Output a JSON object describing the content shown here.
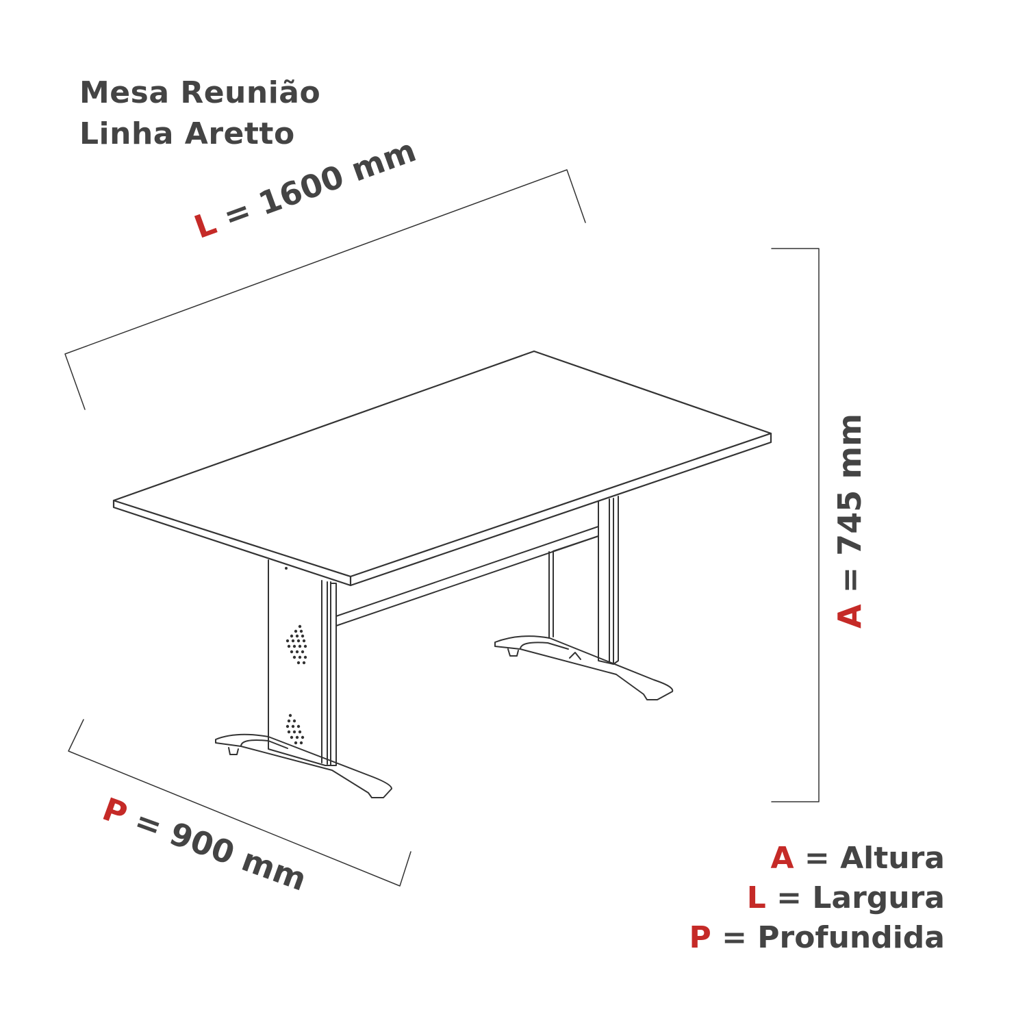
{
  "title": {
    "line1": "Mesa Reunião",
    "line2": "Linha Aretto"
  },
  "dimensions": {
    "width": {
      "key": "L",
      "text": " = 1600 mm"
    },
    "depth": {
      "key": "P",
      "text": " = 900 mm"
    },
    "height": {
      "key": "A",
      "text": " = 745 mm"
    }
  },
  "legend": [
    {
      "key": "A",
      "text": " = Altura"
    },
    {
      "key": "L",
      "text": " = Largura"
    },
    {
      "key": "P",
      "text": " = Profundida"
    }
  ],
  "colors": {
    "text": "#444444",
    "accent": "#c52a27",
    "line": "#333333"
  }
}
